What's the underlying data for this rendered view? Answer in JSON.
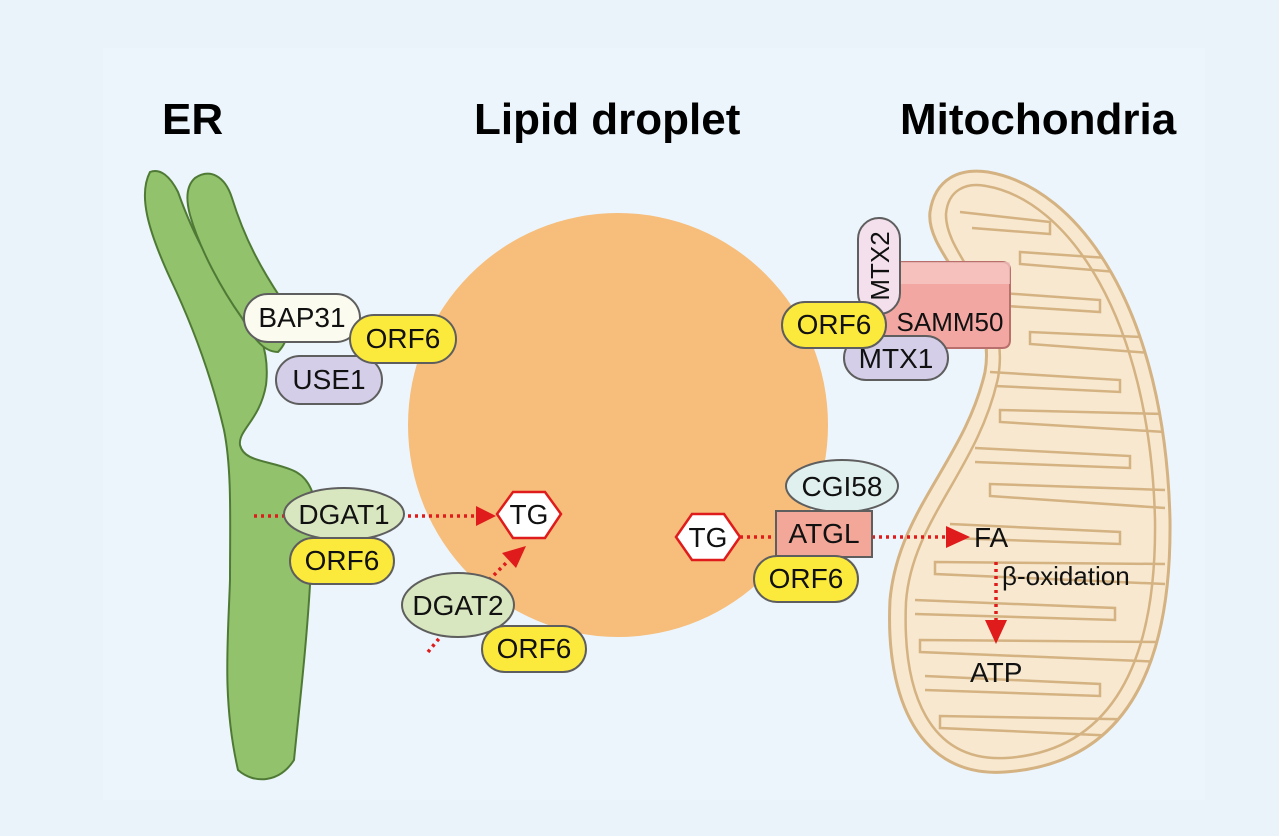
{
  "titles": {
    "er": "ER",
    "lipid_droplet": "Lipid droplet",
    "mitochondria": "Mitochondria"
  },
  "proteins": {
    "bap31": "BAP31",
    "use1": "USE1",
    "orf6": "ORF6",
    "dgat1": "DGAT1",
    "dgat2": "DGAT2",
    "mtx2": "MTX2",
    "samm50": "SAMM50",
    "mtx1": "MTX1",
    "cgi58": "CGI58",
    "atgl": "ATGL"
  },
  "metabolites": {
    "tg": "TG",
    "fa": "FA",
    "atp": "ATP",
    "beta_oxidation": "β-oxidation"
  },
  "colors": {
    "background": "#eaf3fa",
    "panel": "#ecf5fb",
    "er": "#93c26c",
    "lipid_droplet": "#f6bd7b",
    "mitochondria_fill": "#f7e8cf",
    "mitochondria_stroke": "#d4b282",
    "orf6": "#fbe93c",
    "arrow": "#e01b1b"
  }
}
